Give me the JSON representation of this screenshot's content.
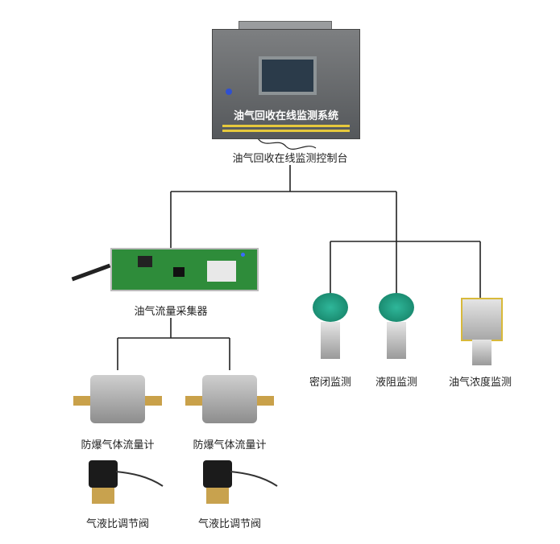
{
  "console": {
    "panel_title": "油气回收在线监测系统",
    "label": "油气回收在线监测控制台"
  },
  "collector": {
    "label": "油气流量采集器"
  },
  "sensors": [
    {
      "label": "密闭监测"
    },
    {
      "label": "液阻监测"
    },
    {
      "label": "油气浓度监测"
    }
  ],
  "flow_meters": [
    {
      "label": "防爆气体流量计"
    },
    {
      "label": "防爆气体流量计"
    }
  ],
  "valves": [
    {
      "label": "气液比调节阀"
    },
    {
      "label": "气液比调节阀"
    }
  ],
  "colors": {
    "line": "#222222",
    "panel": "#66696c",
    "stripe": "#e6c93c",
    "transmitter": "#1f9b7e"
  }
}
